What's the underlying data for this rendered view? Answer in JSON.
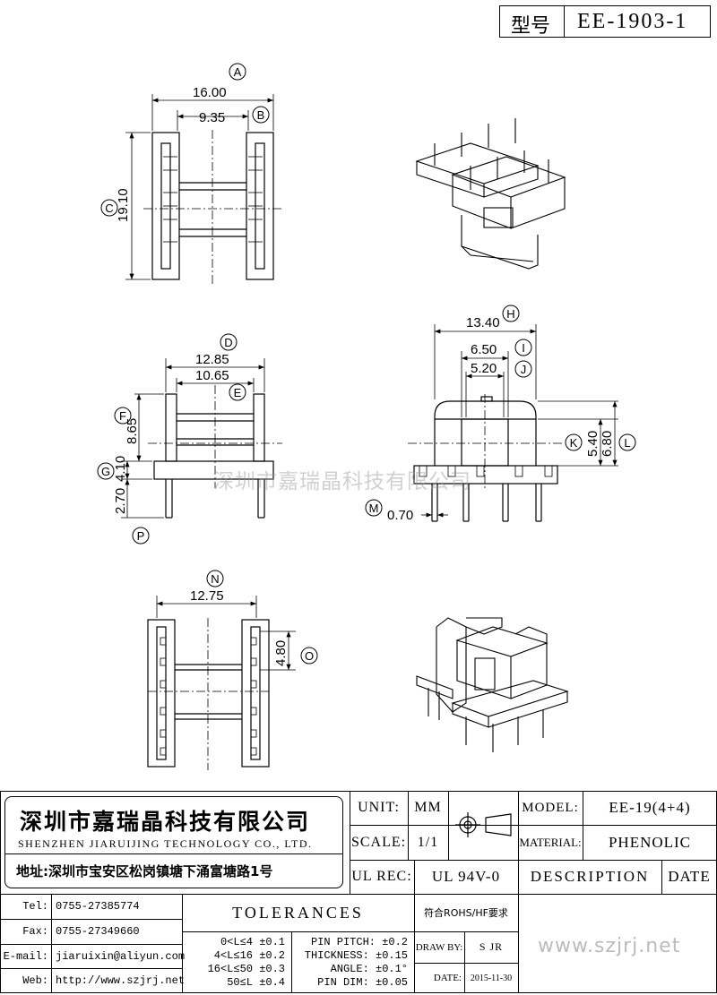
{
  "model_box": {
    "label": "型号",
    "value": "EE-1903-1"
  },
  "dimensions": {
    "A": {
      "letter": "A",
      "value": "16.00"
    },
    "B": {
      "letter": "B",
      "value": "9.35"
    },
    "C": {
      "letter": "C",
      "value": "19.10"
    },
    "D": {
      "letter": "D",
      "value": "12.85"
    },
    "E": {
      "letter": "E",
      "value": "10.65"
    },
    "F": {
      "letter": "F",
      "value": "8.65"
    },
    "G": {
      "letter": "G",
      "value": "4.10"
    },
    "P": {
      "letter": "P",
      "value": "2.70"
    },
    "H": {
      "letter": "H",
      "value": "13.40"
    },
    "I": {
      "letter": "I",
      "value": "6.50"
    },
    "J": {
      "letter": "J",
      "value": "5.20"
    },
    "K": {
      "letter": "K",
      "value": "5.40"
    },
    "L": {
      "letter": "L",
      "value": "6.80"
    },
    "M": {
      "letter": "M",
      "value": "0.70"
    },
    "N": {
      "letter": "N",
      "value": "12.75"
    },
    "O": {
      "letter": "O",
      "value": "4.80"
    }
  },
  "watermark": "深圳市嘉瑞晶科技有限公司",
  "company": {
    "name_cn": "深圳市嘉瑞晶科技有限公司",
    "name_en": "SHENZHEN JIARUIJING TECHNOLOGY CO., LTD.",
    "address": "地址:深圳市宝安区松岗镇塘下涌富塘路1号"
  },
  "contacts": [
    {
      "label": "Tel:",
      "value": "0755-27385774"
    },
    {
      "label": "Fax:",
      "value": "0755-27349660"
    },
    {
      "label": "E-mail:",
      "value": "jiaruixin@aliyun.com"
    },
    {
      "label": "Web:",
      "value": "http://www.szjrj.net"
    }
  ],
  "spec": {
    "unit_label": "UNIT:",
    "unit_value": "MM",
    "scale_label": "SCALE:",
    "scale_value": "1/1",
    "ulrec_label": "UL REC:",
    "ulrec_value": "UL 94V-0",
    "model_label": "MODEL:",
    "model_value": "EE-19(4+4)",
    "material_label": "MATERIAL:",
    "material_value": "PHENOLIC",
    "description_label": "DESCRIPTION",
    "date_header": "DATE"
  },
  "tolerances": {
    "title": "TOLERANCES",
    "ranges": [
      "0<L≤4 ±0.1",
      "4<L≤16 ±0.2",
      "16<L≤50 ±0.3",
      "50≤L ±0.4"
    ],
    "pins": [
      "PIN PITCH: ±0.2",
      "THICKNESS: ±0.15",
      "ANGLE: ±0.1°",
      "PIN DIM: ±0.05"
    ],
    "rohs": "符合ROHS/HF要求"
  },
  "draw": {
    "label": "DRAW BY:",
    "value": "S JR"
  },
  "date": {
    "label": "DATE:",
    "value": "2015-11-30"
  },
  "website": "www.szjrj.net"
}
